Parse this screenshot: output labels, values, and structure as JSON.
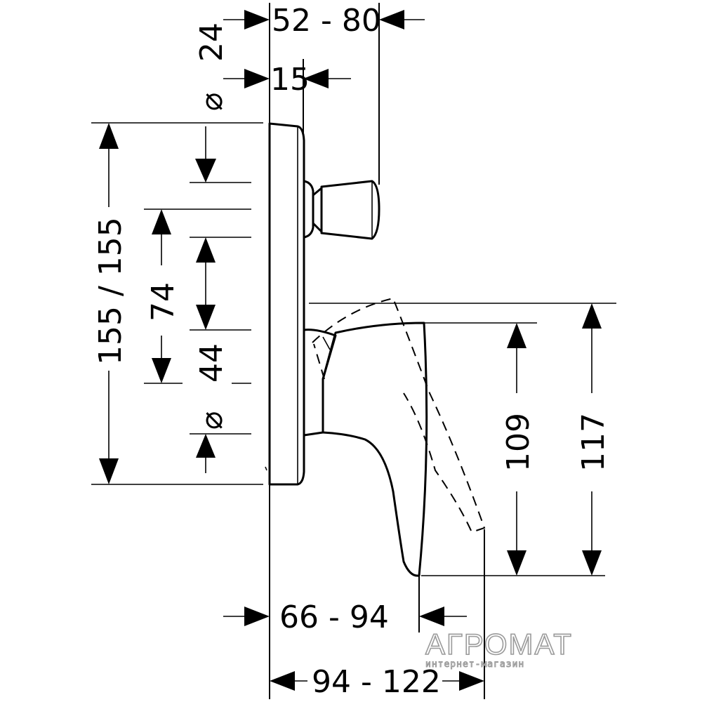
{
  "dimensions": {
    "d_52_80": "52 - 80",
    "d_15": "15",
    "d_24": "24",
    "d_155": "155 / 155",
    "d_74": "74",
    "d_44": "44",
    "d_109": "109",
    "d_117": "117",
    "d_66_94": "66  - 94",
    "d_94_122": "94 - 122",
    "diameter_symbol": "⌀"
  },
  "watermark": {
    "brand": "АГРОМАТ",
    "tagline": "интернет-магазин"
  }
}
